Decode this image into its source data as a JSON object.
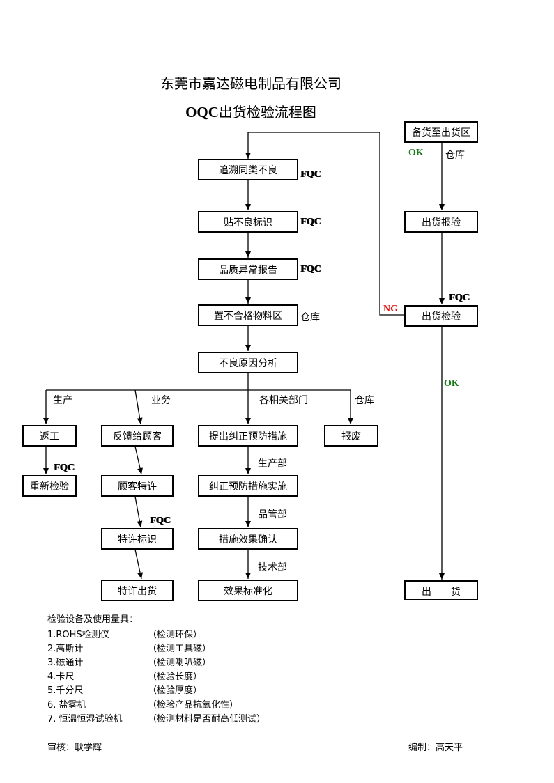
{
  "header": {
    "company": "东莞市嘉达磁电制品有限公司",
    "title_bold": "OQC",
    "title_rest": "出货检验流程图"
  },
  "boxes": {
    "trace": "追溯同类不良",
    "label_ng": "贴不良标识",
    "quality_report": "品质异常报告",
    "ng_area": "置不合格物料区",
    "cause_analysis": "不良原因分析",
    "rework": "返工",
    "reinspect": "重新检验",
    "feedback": "反馈给顾客",
    "customer_permit": "顾客特许",
    "permit_label": "特许标识",
    "permit_ship": "特许出货",
    "propose_cap": "提出纠正预防措施",
    "implement_cap": "纠正预防措施实施",
    "confirm_effect": "措施效果确认",
    "standardize": "效果标准化",
    "scrap": "报废",
    "prepare": "备货至出货区",
    "ship_report": "出货报验",
    "ship_inspect": "出货检验",
    "ship": "出　　货"
  },
  "labels": {
    "fqc": "FQC",
    "ok": "OK",
    "ng": "NG",
    "warehouse": "仓库",
    "production": "生产",
    "business": "业务",
    "departments": "各相关部门",
    "production_dept": "生产部",
    "qc_dept": "品管部",
    "tech_dept": "技术部"
  },
  "equipment": {
    "title": "检验设备及使用量具：",
    "items": [
      {
        "name": "1.ROHS检测仪",
        "desc": "（检测环保）"
      },
      {
        "name": "2.高斯计",
        "desc": "（检测工具磁）"
      },
      {
        "name": "3.磁通计",
        "desc": "（检测喇叭磁）"
      },
      {
        "name": "4.卡尺",
        "desc": "（检验长度）"
      },
      {
        "name": "5.千分尺",
        "desc": "（检验厚度）"
      },
      {
        "name": "6. 盐雾机",
        "desc": "（检验产品抗氧化性）"
      },
      {
        "name": "7. 恒温恒湿试验机",
        "desc": "（检测材料是否耐高低测试）"
      }
    ]
  },
  "footer": {
    "reviewer": "审核：耿学辉",
    "editor": "编制：高天平"
  }
}
